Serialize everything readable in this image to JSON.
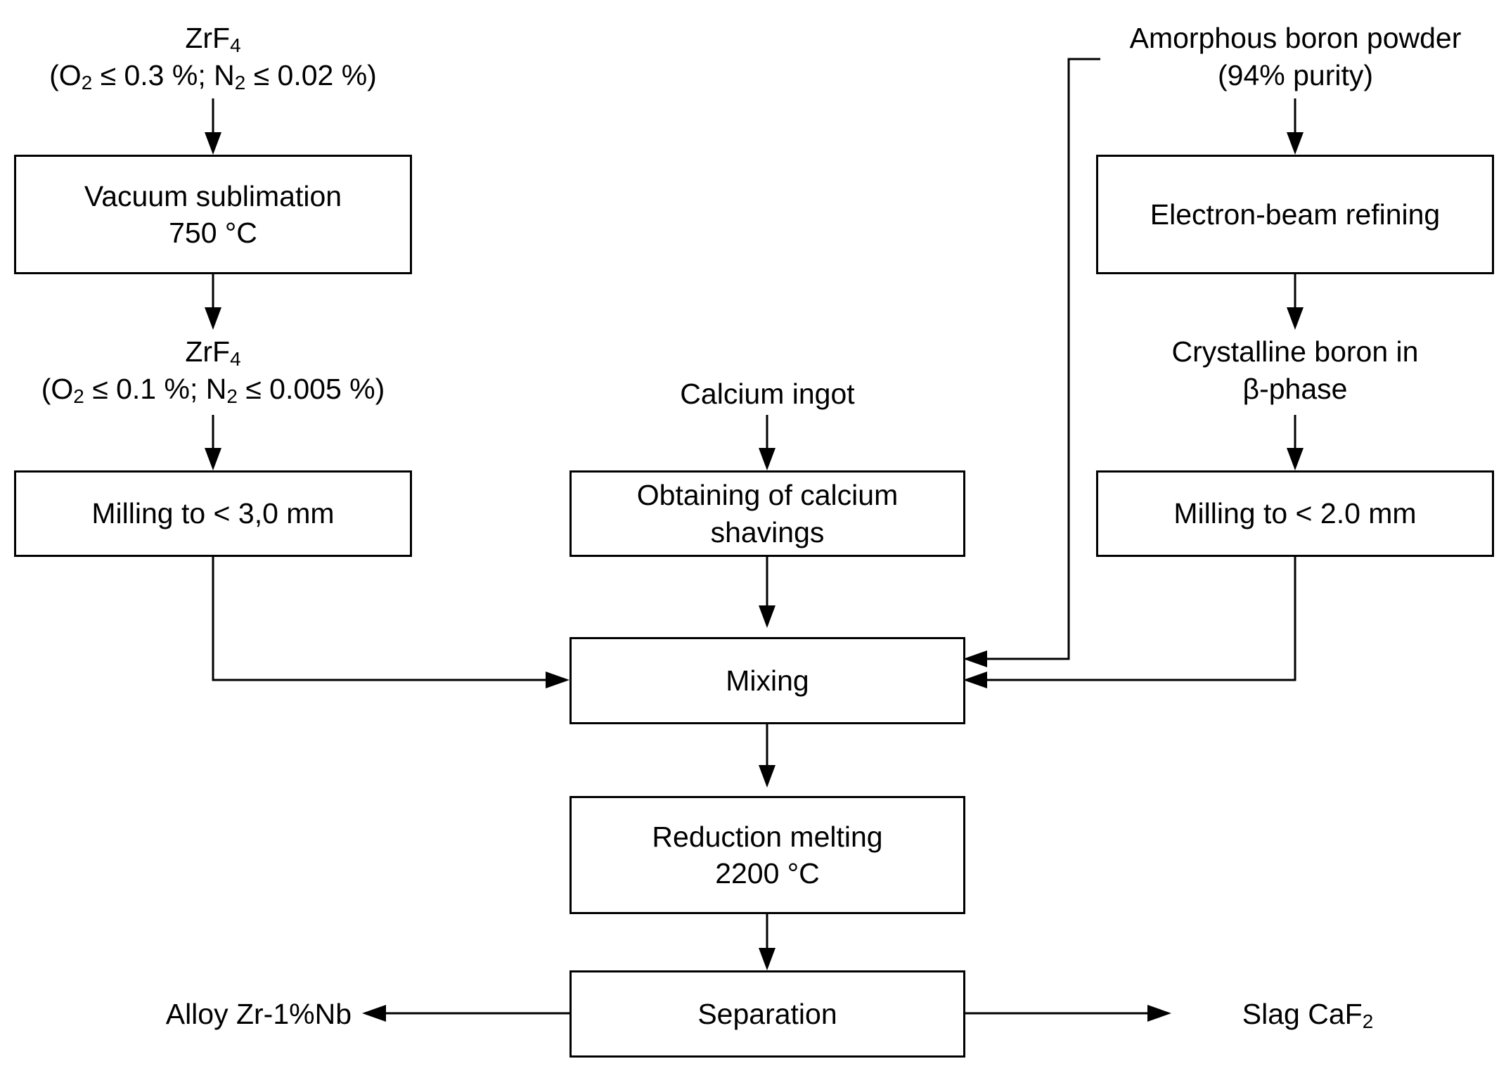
{
  "left_column": {
    "input": {
      "formula_base": "ZrF",
      "formula_sub": "4",
      "impurity": {
        "o_base": "(O",
        "o_sub": "2",
        "o_rest": " ≤ 0.3 %; N",
        "n_sub": "2",
        "n_rest": " ≤ 0.02 %)"
      }
    },
    "step1": {
      "line1": "Vacuum sublimation",
      "line2": "750 °C"
    },
    "intermediate": {
      "formula_base": "ZrF",
      "formula_sub": "4",
      "impurity": {
        "o_base": "(O",
        "o_sub": "2",
        "o_rest": " ≤ 0.1 %; N",
        "n_sub": "2",
        "n_rest": " ≤ 0.005 %)"
      }
    },
    "step2": {
      "line1": "Milling to < 3,0 mm"
    }
  },
  "middle_column": {
    "input": "Calcium ingot",
    "step1": {
      "line1": "Obtaining of calcium",
      "line2": "shavings"
    },
    "mixing": "Mixing",
    "reduction": {
      "line1": "Reduction melting",
      "line2": "2200 °C"
    },
    "separation": "Separation"
  },
  "right_column": {
    "input": {
      "line1": "Amorphous boron powder",
      "line2": "(94% purity)"
    },
    "step1": {
      "line1": "Electron-beam refining"
    },
    "intermediate": {
      "line1": "Crystalline boron in",
      "line2": "β-phase"
    },
    "step2": {
      "line1": "Milling to < 2.0 mm"
    }
  },
  "outputs": {
    "alloy": "Alloy Zr-1%Nb",
    "slag_base": "Slag CaF",
    "slag_sub": "2"
  }
}
